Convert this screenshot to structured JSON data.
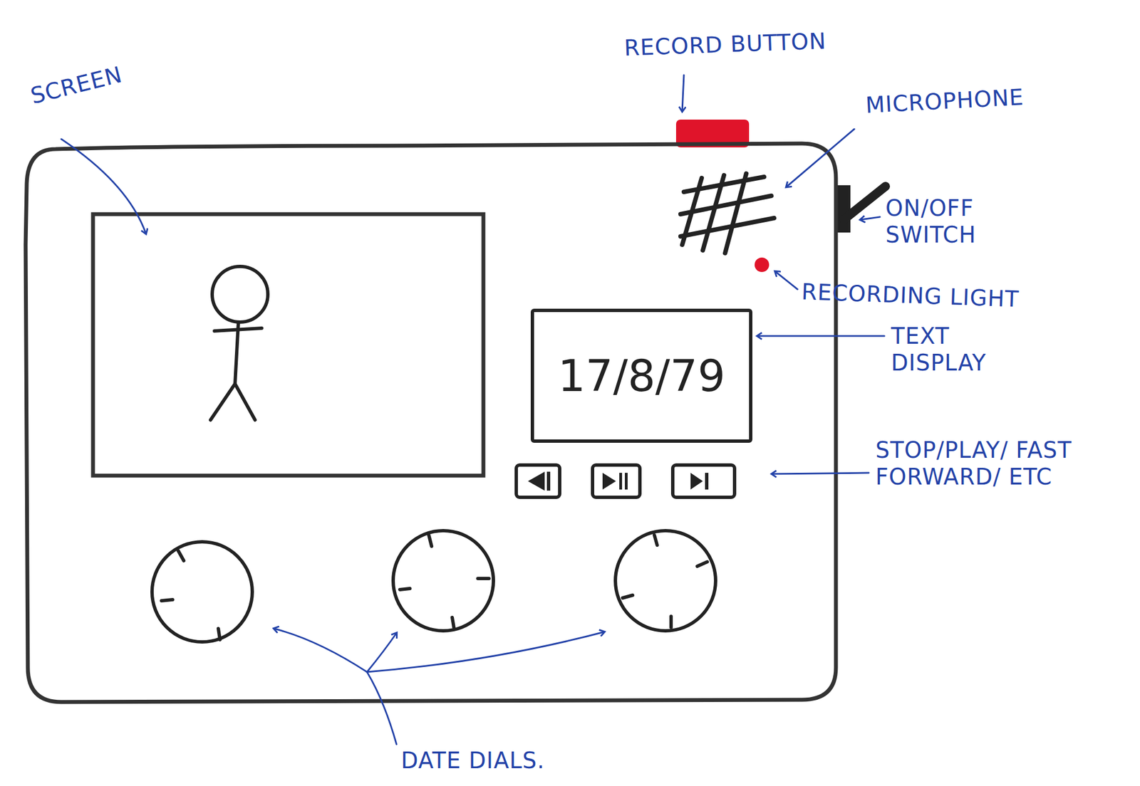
{
  "diagram": {
    "nodes": [
      {
        "text": [
          "17/8/79"
        ]
      }
    ],
    "labels": [
      "SCREEN",
      "RECORD BUTTON",
      "MICROPHONE",
      "ON/OFF SWITCH",
      "RECORDING LIGHT",
      "TEXT DISPLAY",
      "STOP/PLAY/ FAST FORWARD/ ETC",
      "DATE DIALS."
    ]
  }
}
